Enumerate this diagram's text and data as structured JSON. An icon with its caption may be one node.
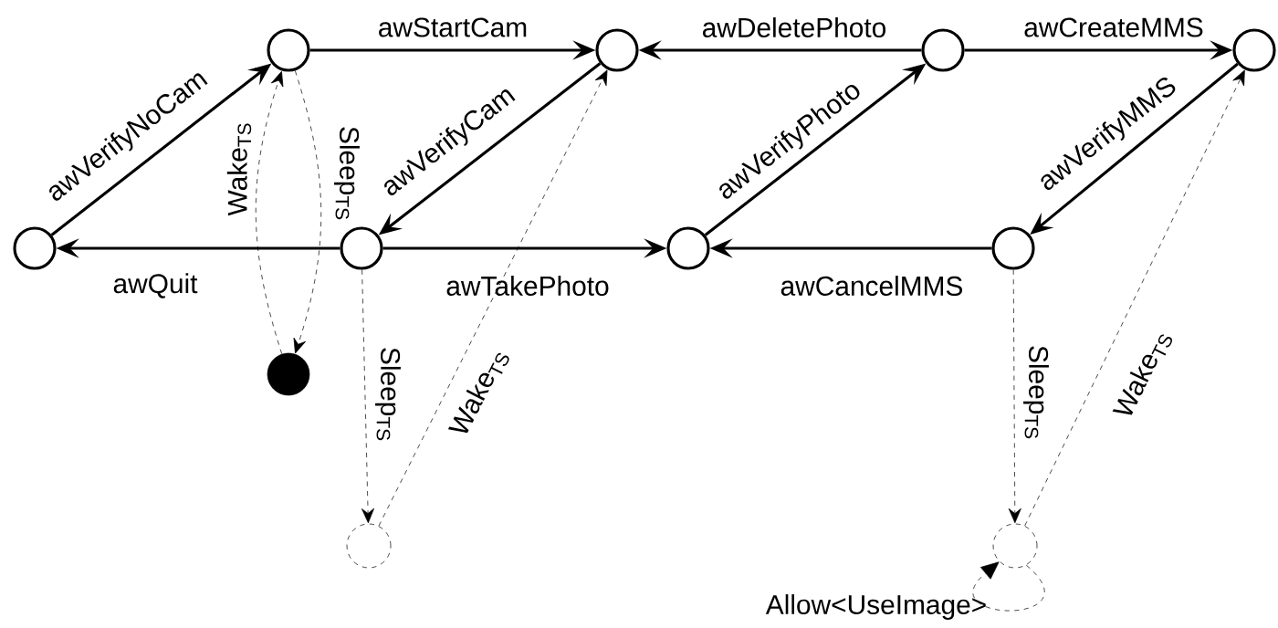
{
  "diagram": {
    "nodes": [
      {
        "text": [],
        "shape": "circle"
      },
      {
        "text": [],
        "shape": "circle"
      },
      {
        "text": [],
        "shape": "circle"
      },
      {
        "text": [],
        "shape": "circle"
      },
      {
        "text": [],
        "shape": "circle"
      },
      {
        "text": [],
        "shape": "circle"
      },
      {
        "text": [],
        "shape": "circle"
      },
      {
        "text": [],
        "shape": "circle"
      },
      {
        "text": [],
        "shape": "dot"
      },
      {
        "text": [],
        "shape": "circle"
      },
      {
        "text": [],
        "shape": "circle"
      }
    ],
    "edges": [
      {
        "from": 0,
        "to": 1,
        "arrow": "to",
        "label": "awVerifyNoCam"
      },
      {
        "from": 1,
        "to": 2,
        "arrow": "to",
        "label": "awStartCam"
      },
      {
        "from": 3,
        "to": 2,
        "arrow": "to",
        "label": "awDeletePhoto"
      },
      {
        "from": 3,
        "to": 4,
        "arrow": "to",
        "label": "awCreateMMS"
      },
      {
        "from": 2,
        "to": 5,
        "arrow": "to",
        "label": "awVerifyCam"
      },
      {
        "from": 5,
        "to": 0,
        "arrow": "to",
        "label": "awQuit"
      },
      {
        "from": 5,
        "to": 6,
        "arrow": "to",
        "label": "awTakePhoto"
      },
      {
        "from": 6,
        "to": 3,
        "arrow": "to",
        "label": "awVerifyPhoto"
      },
      {
        "from": 4,
        "to": 7,
        "arrow": "to",
        "label": "awVerifyMMS"
      },
      {
        "from": 7,
        "to": 6,
        "arrow": "to",
        "label": "awCancelMMS"
      },
      {
        "from": 8,
        "to": 1,
        "arrow": "to",
        "label": "Wake$_{TS}$",
        "style": "dashed"
      },
      {
        "from": 1,
        "to": 8,
        "arrow": "to",
        "label": "Sleep$_{TS}$",
        "style": "dashed"
      },
      {
        "from": 5,
        "to": 9,
        "arrow": "to",
        "label": "Sleep$_{TS}$",
        "style": "dashed"
      },
      {
        "from": 9,
        "to": 2,
        "arrow": "to",
        "label": "Wake$_{TS}$",
        "style": "dashed"
      },
      {
        "from": 7,
        "to": 10,
        "arrow": "to",
        "label": "Sleep$_{TS}$",
        "style": "dashed"
      },
      {
        "from": 10,
        "to": 4,
        "arrow": "to",
        "label": "Wake$_{TS}$",
        "style": "dashed"
      },
      {
        "from": 10,
        "to": 10,
        "arrow": "to",
        "label": "Allow<UseImage>",
        "style": "dashed"
      }
    ]
  }
}
